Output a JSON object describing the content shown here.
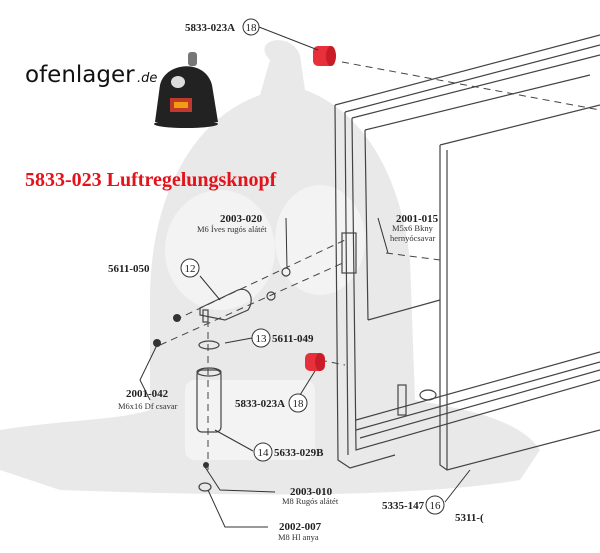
{
  "logo": {
    "name": "ofenlager",
    "tld": ".de"
  },
  "title": "5833-023 Luftregelungsknopf",
  "colors": {
    "title": "#e4121a",
    "highlight_part": "#e8303a"
  },
  "parts": {
    "knob_top": {
      "code": "5833-023A",
      "pos": "18"
    },
    "washer_m6": {
      "code": "2003-020",
      "desc": "M6 Íves rugós alátét"
    },
    "set_screw": {
      "code": "2001-015",
      "desc1": "M5x6 Bkny",
      "desc2": "hernyócsavar"
    },
    "bracket": {
      "code": "5611-050",
      "pos": "12"
    },
    "washer_plate": {
      "code": "5611-049",
      "pos": "13"
    },
    "knob_bottom": {
      "code": "5833-023A",
      "pos": "18"
    },
    "screw_m6": {
      "code": "2001-042",
      "desc": "M6x16 Df csavar"
    },
    "handle": {
      "code": "5633-029B",
      "pos": "14"
    },
    "washer_m8": {
      "code": "2003-010",
      "desc": "M8 Rugós alátét"
    },
    "nut_m8": {
      "code": "2002-007",
      "desc": "M8 Hl anya"
    },
    "glass": {
      "code": "5335-147",
      "pos": "16"
    },
    "glass_frame": {
      "code": "5311-("
    }
  }
}
